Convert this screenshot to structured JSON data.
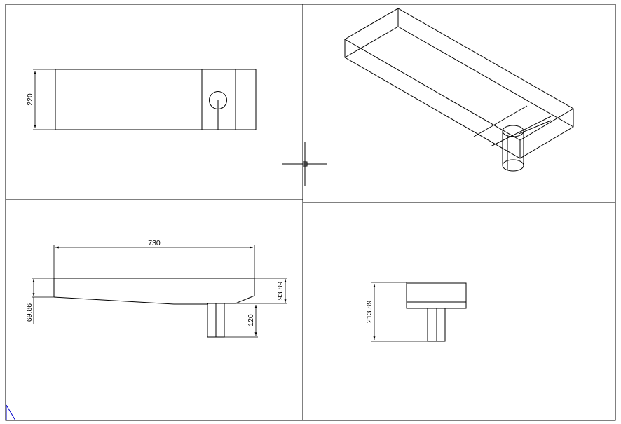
{
  "drawing": {
    "dimensions": {
      "top_view_width": "220",
      "front_view_length": "730",
      "front_view_left_height": "69.86",
      "front_view_right_height": "93.89",
      "front_view_post_height": "120",
      "side_view_total_height": "213.89"
    }
  },
  "colors": {
    "lines": "#000000",
    "background": "#ffffff",
    "ucs_icon": "#0000cc"
  },
  "icons": {
    "crosshair": "crosshair-cursor-icon",
    "ucs": "ucs-icon"
  }
}
